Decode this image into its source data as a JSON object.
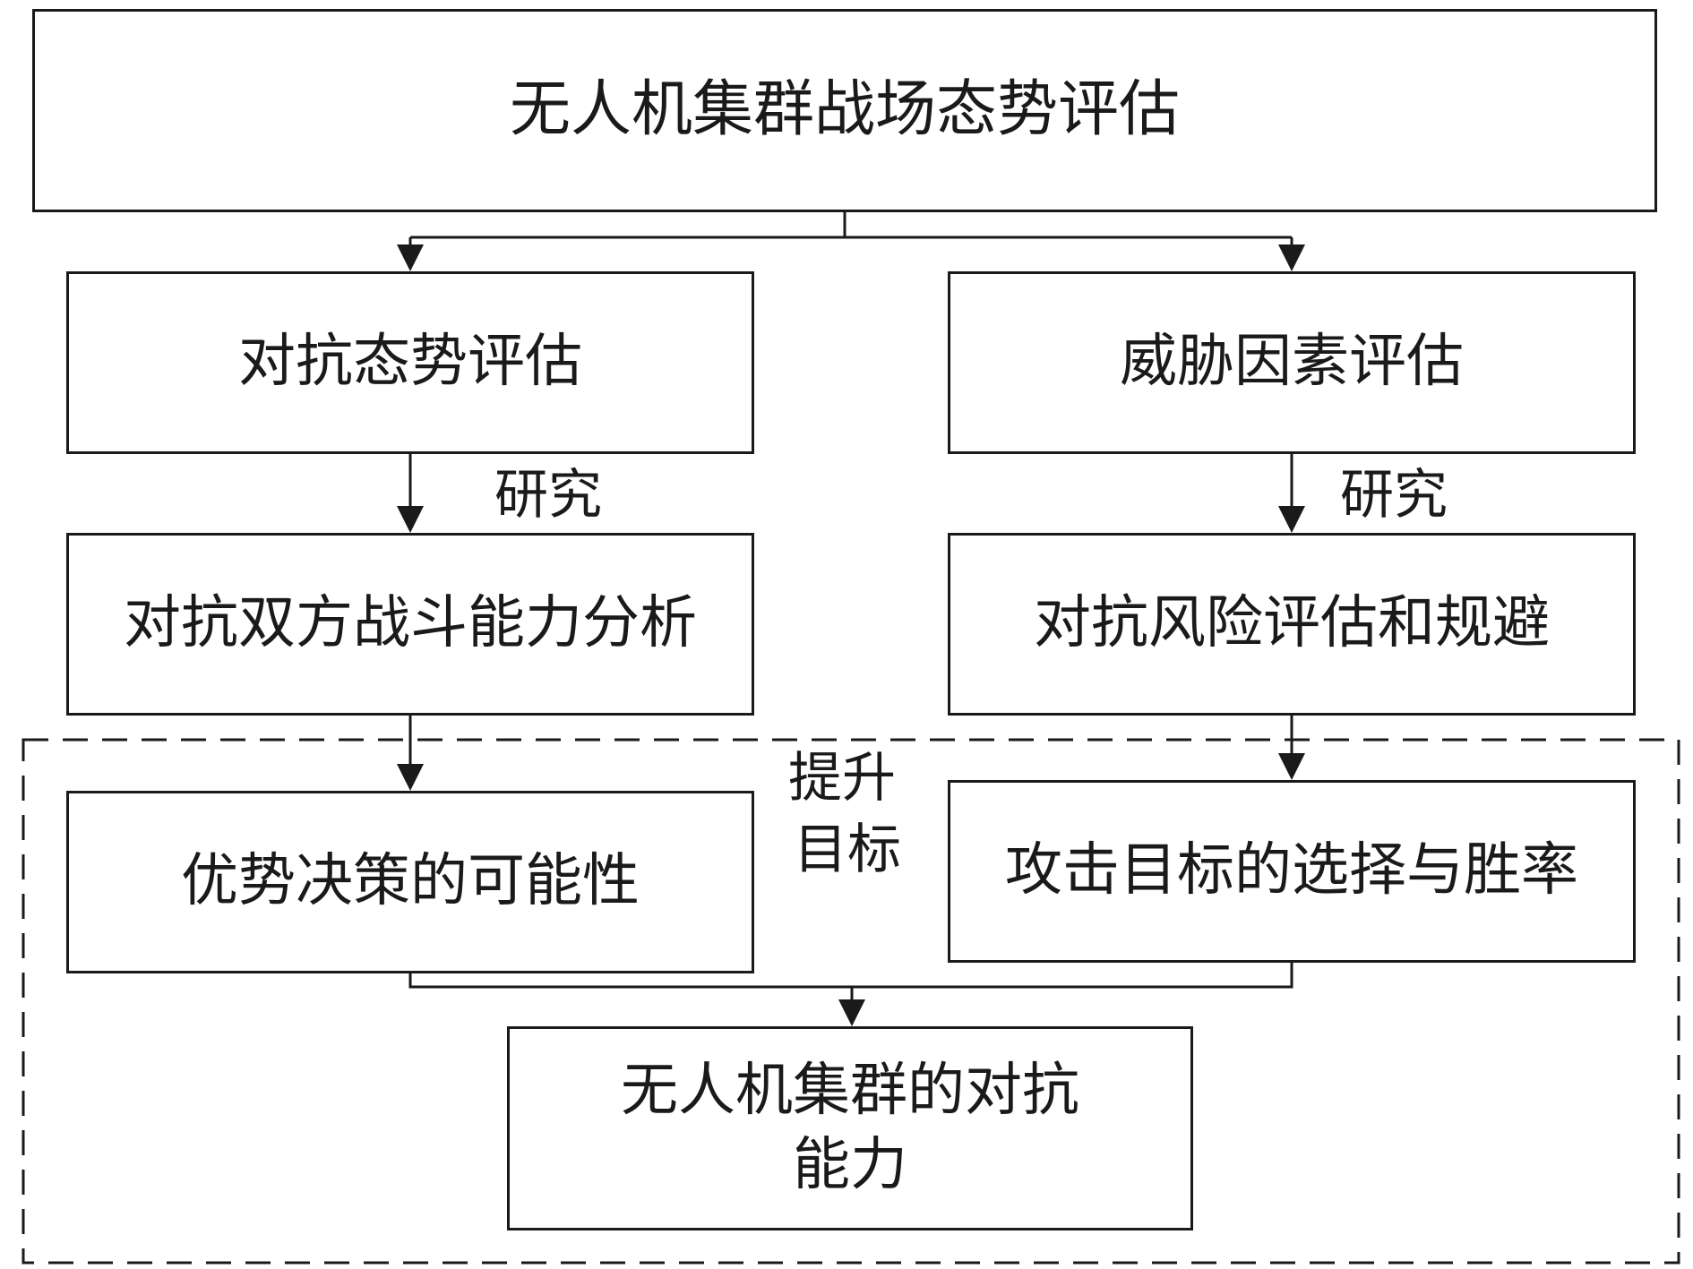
{
  "top": {
    "label": "无人机集群战场态势评估"
  },
  "left": {
    "level1": "对抗态势评估",
    "level2": "对抗双方战斗能力分析",
    "level3": "优势决策的可能性",
    "edge_label": "研究"
  },
  "right": {
    "level1": "威胁因素评估",
    "level2": "对抗风险评估和规避",
    "level3": "攻击目标的选择与胜率",
    "edge_label": "研究"
  },
  "dashed_group": {
    "label_line1": "提升",
    "label_line2": "目标"
  },
  "bottom": {
    "line1": "无人机集群的对抗",
    "line2": "能力"
  }
}
